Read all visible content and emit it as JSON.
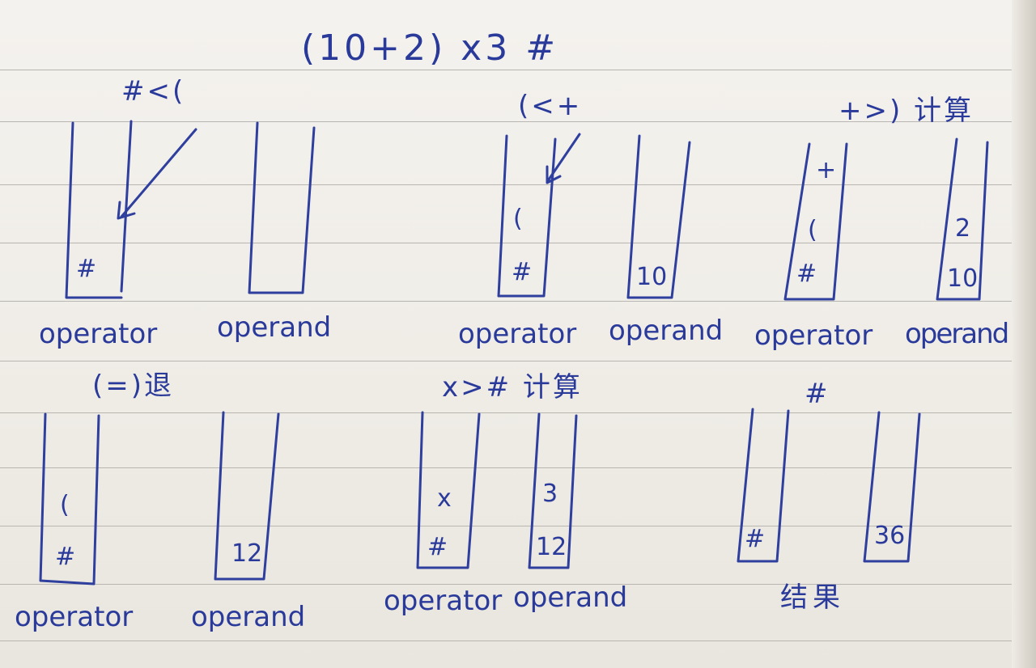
{
  "title": "(10+2) x3 #",
  "panels": [
    {
      "id": "p1",
      "note": "#<(",
      "operator_label": "operator",
      "operand_label": "operand",
      "operator_stack": [
        "#"
      ],
      "operand_stack": []
    },
    {
      "id": "p2",
      "note": "(<+",
      "operator_label": "operator",
      "operand_label": "operand",
      "operator_stack": [
        "#",
        "("
      ],
      "operand_stack": [
        "10"
      ]
    },
    {
      "id": "p3",
      "note": "+>) 计算",
      "operator_label": "operator",
      "operand_label": "operand",
      "operator_stack": [
        "#",
        "(",
        "+"
      ],
      "operand_stack": [
        "10",
        "2"
      ]
    },
    {
      "id": "p4",
      "note": "(=)退",
      "operator_label": "operator",
      "operand_label": "operand",
      "operator_stack": [
        "#",
        "("
      ],
      "operand_stack": [
        "12"
      ]
    },
    {
      "id": "p5",
      "note": "x>#  计算",
      "operator_label": "operator",
      "operand_label": "operand",
      "operator_stack": [
        "#",
        "x"
      ],
      "operand_stack": [
        "12",
        "3"
      ]
    },
    {
      "id": "p6",
      "note": "#",
      "result_label": "结果",
      "operator_stack": [
        "#"
      ],
      "operand_stack": [
        "36"
      ]
    }
  ],
  "colors": {
    "ink": "#2f3f9e",
    "paper": "#f2efe9",
    "rule": "#b9b6b2"
  }
}
